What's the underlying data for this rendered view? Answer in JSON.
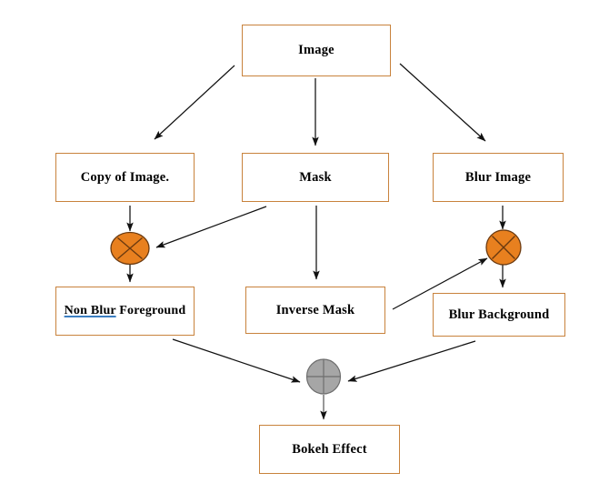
{
  "diagram": {
    "title": "Bokeh Effect Pipeline",
    "type": "flowchart",
    "background_color": "#ffffff",
    "box_border_color": "#c8823c",
    "box_fill_color": "#ffffff",
    "text_color": "#000000",
    "arrow_color": "#000000",
    "multiply_node_color": "#e8801f",
    "multiply_node_outline": "#6b3a10",
    "merge_node_color": "#a6a6a6",
    "merge_node_outline": "#6e6e6e",
    "spellcheck_underline_color": "#3d7fc1"
  },
  "nodes": {
    "image": {
      "label": "Image"
    },
    "copy_of_image": {
      "label": "Copy of Image."
    },
    "mask": {
      "label": "Mask"
    },
    "blur_image": {
      "label": "Blur Image"
    },
    "non_blur_foreground": {
      "label": "Non Blur Foreground",
      "underlined_prefix": "Non Blur",
      "plain_suffix": " Foreground"
    },
    "inverse_mask": {
      "label": "Inverse Mask"
    },
    "blur_background": {
      "label": "Blur Background"
    },
    "bokeh_effect": {
      "label": "Bokeh Effect"
    },
    "multiply_left": {
      "label": "",
      "operator": "multiply"
    },
    "multiply_right": {
      "label": "",
      "operator": "multiply"
    },
    "merge": {
      "label": "",
      "operator": "add"
    }
  },
  "edges": [
    {
      "from": "image",
      "to": "copy_of_image"
    },
    {
      "from": "image",
      "to": "mask"
    },
    {
      "from": "image",
      "to": "blur_image"
    },
    {
      "from": "copy_of_image",
      "to": "multiply_left"
    },
    {
      "from": "mask",
      "to": "multiply_left"
    },
    {
      "from": "mask",
      "to": "inverse_mask"
    },
    {
      "from": "blur_image",
      "to": "multiply_right"
    },
    {
      "from": "inverse_mask",
      "to": "multiply_right"
    },
    {
      "from": "multiply_left",
      "to": "non_blur_foreground"
    },
    {
      "from": "multiply_right",
      "to": "blur_background"
    },
    {
      "from": "non_blur_foreground",
      "to": "merge"
    },
    {
      "from": "blur_background",
      "to": "merge"
    },
    {
      "from": "merge",
      "to": "bokeh_effect"
    }
  ]
}
